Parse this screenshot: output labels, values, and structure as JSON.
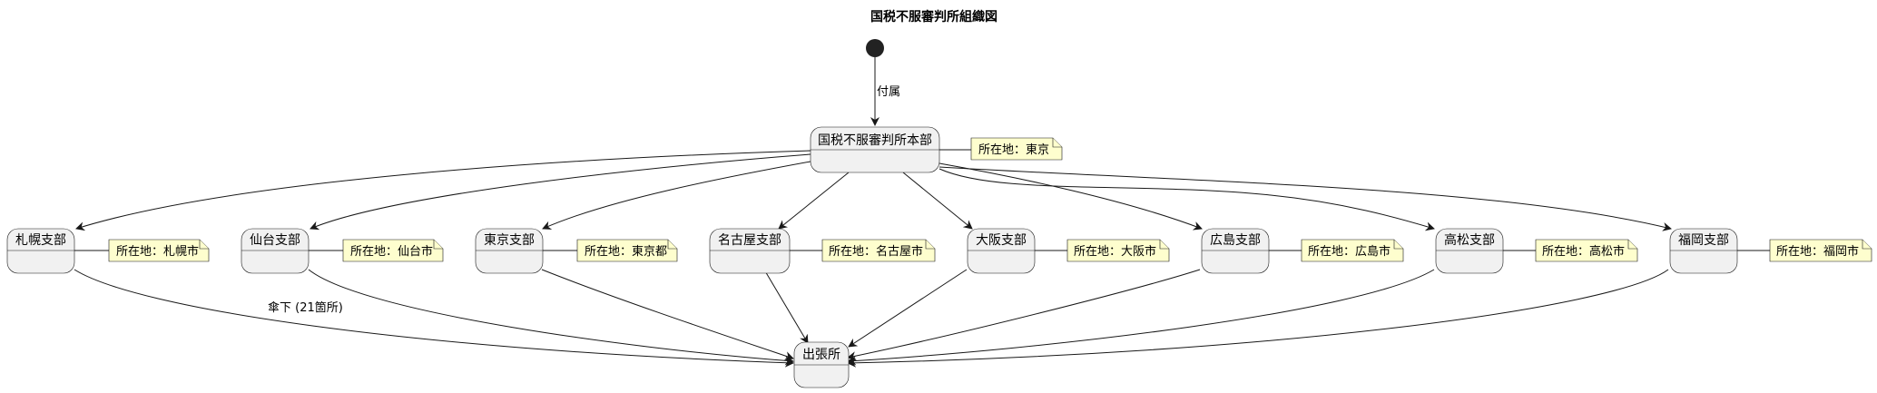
{
  "title": "国税不服審判所組織図",
  "edge_labels": {
    "start_to_hq": "付属",
    "sapporo_to_office": "傘下 (21箇所)"
  },
  "headquarters": {
    "label": "国税不服審判所本部",
    "note": "所在地：東京"
  },
  "branches": [
    {
      "label": "札幌支部",
      "note": "所在地：札幌市"
    },
    {
      "label": "仙台支部",
      "note": "所在地：仙台市"
    },
    {
      "label": "東京支部",
      "note": "所在地：東京都"
    },
    {
      "label": "名古屋支部",
      "note": "所在地：名古屋市"
    },
    {
      "label": "大阪支部",
      "note": "所在地：大阪市"
    },
    {
      "label": "広島支部",
      "note": "所在地：広島市"
    },
    {
      "label": "高松支部",
      "note": "所在地：高松市"
    },
    {
      "label": "福岡支部",
      "note": "所在地：福岡市"
    }
  ],
  "office": {
    "label": "出張所"
  },
  "colors": {
    "state_fill": "#F1F1F1",
    "note_fill": "#FEFECE",
    "line": "#181818",
    "start": "#222222"
  }
}
